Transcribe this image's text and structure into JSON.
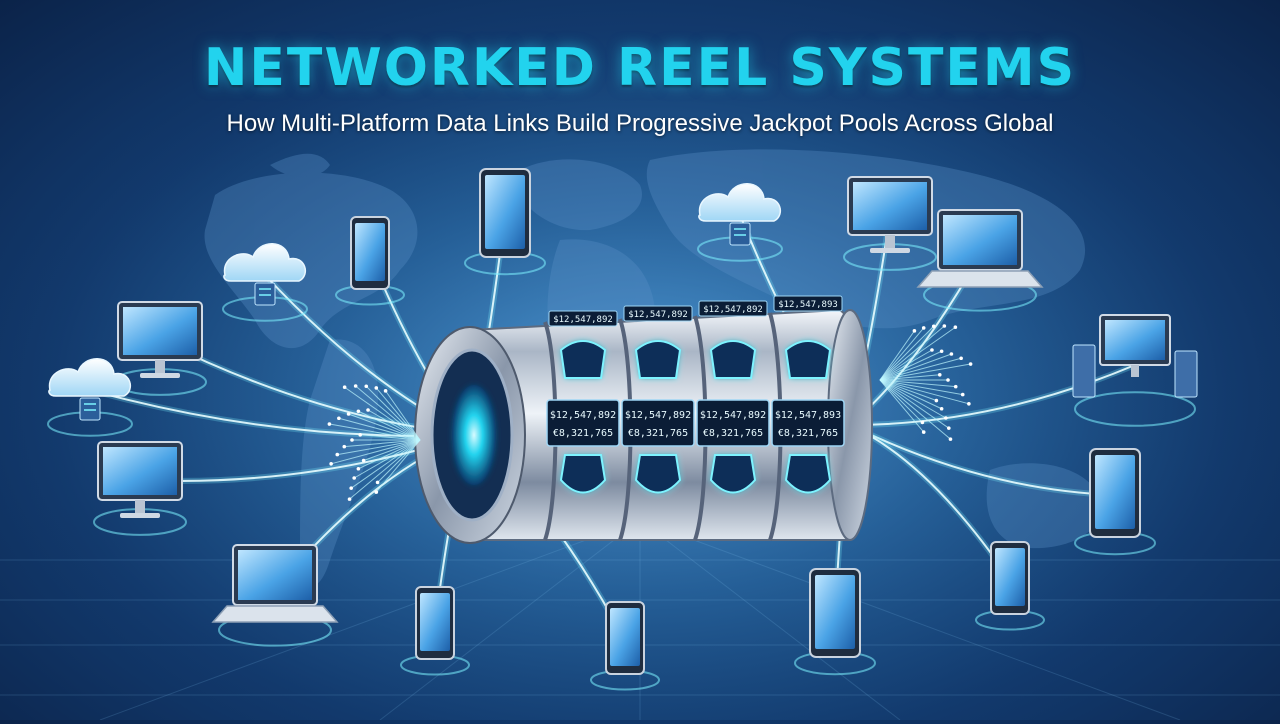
{
  "header": {
    "title": "NETWORKED REEL SYSTEMS",
    "subtitle": "How Multi-Platform Data Links Build Progressive Jackpot Pools Across Global"
  },
  "reel": {
    "top_labels": [
      "$12,547,892",
      "$12,547,892",
      "$12,547,892",
      "$12,547,893"
    ],
    "jackpots": [
      {
        "top": "$12,547,892",
        "bottom": "€8,321,765"
      },
      {
        "top": "$12,547,892",
        "bottom": "€8,321,765"
      },
      {
        "top": "$12,547,892",
        "bottom": "€8,321,765"
      },
      {
        "top": "$12,547,893",
        "bottom": "€8,321,765"
      }
    ]
  },
  "nodes": [
    {
      "type": "monitor"
    },
    {
      "type": "phone"
    },
    {
      "type": "cloud"
    },
    {
      "type": "cloud"
    },
    {
      "type": "tablet"
    },
    {
      "type": "laptop"
    },
    {
      "type": "monitor"
    },
    {
      "type": "cloud"
    },
    {
      "type": "server"
    },
    {
      "type": "monitor"
    },
    {
      "type": "tablet"
    },
    {
      "type": "laptop"
    },
    {
      "type": "phone"
    },
    {
      "type": "phone"
    },
    {
      "type": "tablet"
    },
    {
      "type": "phone"
    }
  ],
  "colors": {
    "accent": "#22d3ee",
    "background": "#1f5b97",
    "glow": "#7df3ff"
  }
}
